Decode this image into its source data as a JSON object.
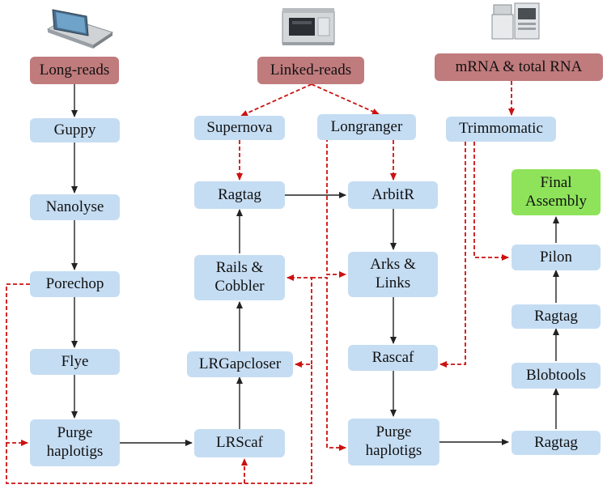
{
  "sources": {
    "long_reads": "Long-reads",
    "linked_reads": "Linked-reads",
    "rna": "mRNA & total RNA"
  },
  "nodes": {
    "guppy": "Guppy",
    "nanolyse": "Nanolyse",
    "porechop": "Porechop",
    "flye": "Flye",
    "purge_haplotigs_1": "Purge\nhaplotigs",
    "supernova": "Supernova",
    "longranger": "Longranger",
    "trimmomatic": "Trimmomatic",
    "ragtag_1": "Ragtag",
    "arbitr": "ArbitR",
    "rails_cobbler": "Rails &\nCobbler",
    "arks_links": "Arks &\nLinks",
    "lrgapcloser": "LRGapcloser",
    "rascaf": "Rascaf",
    "lrscaf": "LRScaf",
    "purge_haplotigs_2": "Purge\nhaplotigs",
    "final_assembly": "Final\nAssembly",
    "pilon": "Pilon",
    "ragtag_2": "Ragtag",
    "blobtools": "Blobtools",
    "ragtag_3": "Ragtag"
  },
  "colors": {
    "tool": "#c5ddf3",
    "source": "#c07b7d",
    "final": "#8ee35a",
    "solid_arrow": "#222222",
    "dashed_arrow": "#cc1111"
  },
  "icons": [
    "nanopore-sequencer-icon",
    "linked-read-sequencer-icon",
    "rna-sequencer-icon"
  ]
}
